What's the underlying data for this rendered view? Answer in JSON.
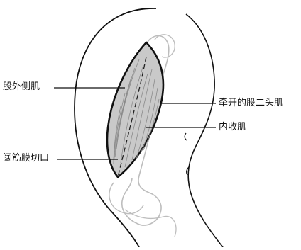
{
  "diagram": {
    "labels": {
      "vastus_lateralis": "股外侧肌",
      "fascia_incision": "阔筋膜切口",
      "retracted_biceps": "牵开的股二头肌",
      "adductor": "内收肌"
    },
    "colors": {
      "outline": "#111111",
      "bone_outline": "#bdbdbd",
      "incision_fill": "#c9c9c9",
      "fiber": "#8a8a8a"
    }
  }
}
